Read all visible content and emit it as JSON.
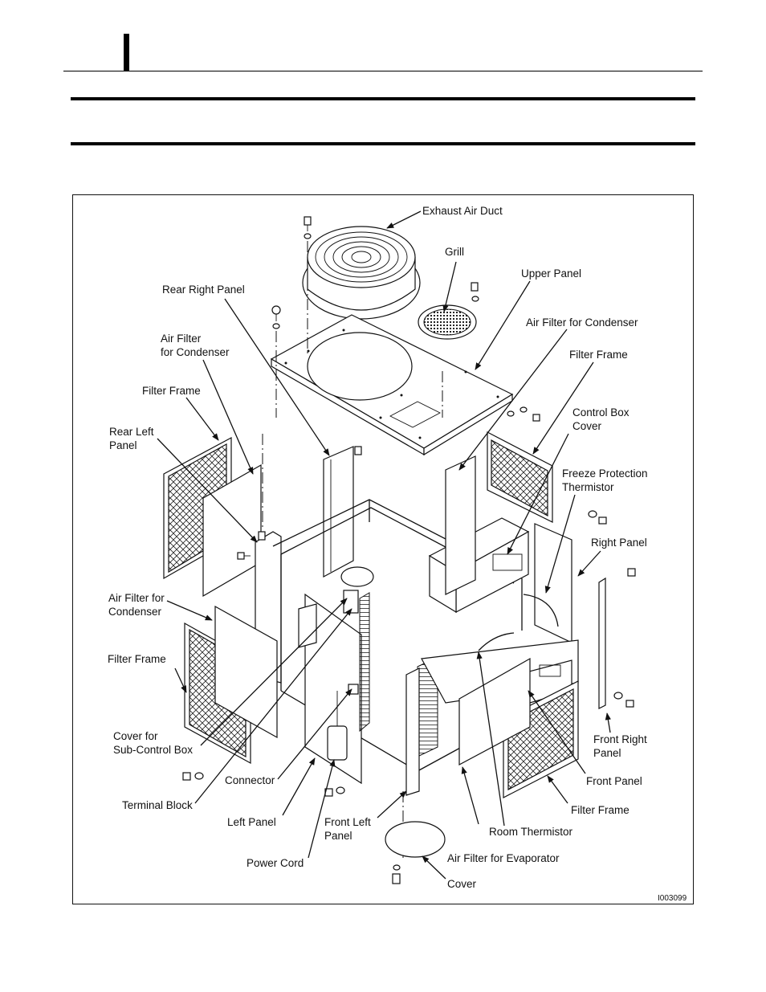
{
  "figure": {
    "code": "I003099",
    "labels": {
      "exhaust_air_duct": "Exhaust Air Duct",
      "grill": "Grill",
      "upper_panel": "Upper Panel",
      "rear_right_panel": "Rear Right Panel",
      "air_filter_for_condenser_top": "Air Filter for Condenser",
      "air_filter_rear_line1": "Air Filter",
      "air_filter_rear_line2": "for Condenser",
      "filter_frame_right": "Filter Frame",
      "filter_frame_rear": "Filter Frame",
      "control_box_cover_line1": "Control Box",
      "control_box_cover_line2": "Cover",
      "rear_left_panel_line1": "Rear Left",
      "rear_left_panel_line2": "Panel",
      "freeze_protection_line1": "Freeze Protection",
      "freeze_protection_line2": "Thermistor",
      "right_panel": "Right Panel",
      "air_filter_left_line1": "Air Filter for",
      "air_filter_left_line2": "Condenser",
      "filter_frame_left": "Filter Frame",
      "cover_sub_control_line1": "Cover for",
      "cover_sub_control_line2": "Sub-Control Box",
      "front_right_panel_line1": "Front Right",
      "front_right_panel_line2": "Panel",
      "connector": "Connector",
      "front_panel": "Front Panel",
      "terminal_block": "Terminal Block",
      "filter_frame_front": "Filter Frame",
      "left_panel": "Left Panel",
      "front_left_panel_line1": "Front Left",
      "front_left_panel_line2": "Panel",
      "room_thermistor": "Room Thermistor",
      "air_filter_evaporator": "Air Filter for Evaporator",
      "power_cord": "Power Cord",
      "cover": "Cover"
    }
  }
}
